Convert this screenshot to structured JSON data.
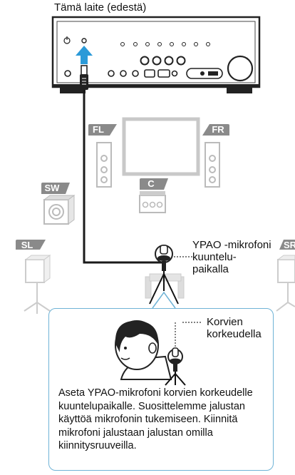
{
  "device": {
    "title": "Tämä laite (edestä)"
  },
  "speakers": {
    "fl": "FL",
    "fr": "FR",
    "sw": "SW",
    "c": "C",
    "sl": "SL",
    "sr": "SR"
  },
  "microphone": {
    "label_line1": "YPAO -mikrofoni",
    "label_line2": "kuuntelu-",
    "label_line3": "paikalla"
  },
  "ear_height": {
    "label_line1": "Korvien",
    "label_line2": "korkeudella"
  },
  "instruction": "Aseta YPAO-mikrofoni korvien korkeudelle kuuntelupaikalle. Suosittelemme jalustan käyttöä mikrofonin tukemiseen. Kiinnitä mikrofoni jalustaan jalustan omilla kiinnitysruuveilla.",
  "colors": {
    "accent_blue": "#2b9ad8",
    "speaker_tag_gray": "#8a8a8a",
    "device_dark": "#2a2a2a",
    "box_border": "#6fb3d6"
  }
}
